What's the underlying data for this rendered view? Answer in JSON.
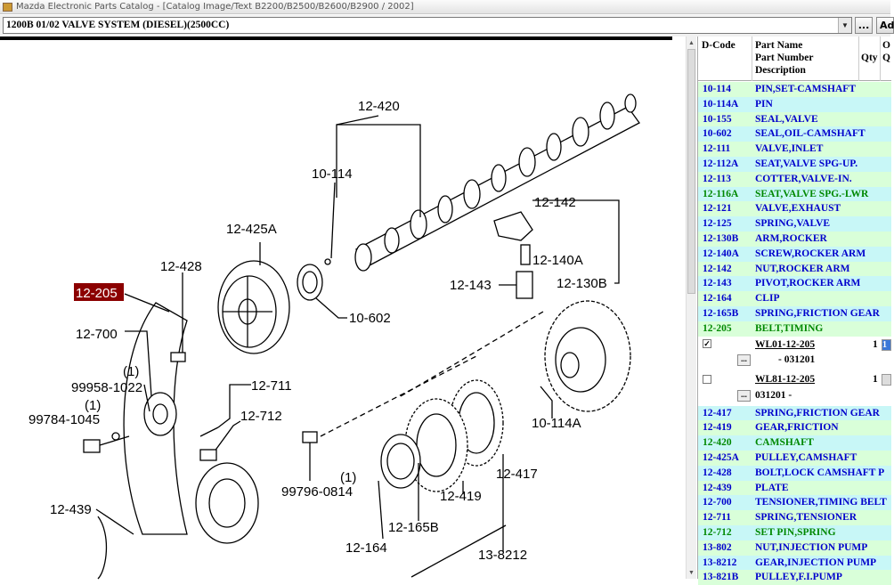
{
  "window": {
    "title": "Mazda Electronic Parts Catalog - [Catalog Image/Text B2200/B2500/B2600/B2900 / 2002]"
  },
  "selector": {
    "value": "1200B 01/02 VALVE SYSTEM (DIESEL)(2500CC)",
    "ellipsis_label": "...",
    "add_label": "Ad"
  },
  "diagram": {
    "labels": {
      "l12420": "12-420",
      "l10114": "10-114",
      "l12142": "12-142",
      "l12425a": "12-425A",
      "l12428": "12-428",
      "l12140a": "12-140A",
      "l12205": "12-205",
      "l12143": "12-143",
      "l12130b": "12-130B",
      "l10602": "10-602",
      "l12700": "12-700",
      "l99958": "99958-1022",
      "l1a": "(1)",
      "l1b": "(1)",
      "l1c": "(1)",
      "l99784": "99784-1045",
      "l12711": "12-711",
      "l12712": "12-712",
      "l10114a": "10-114A",
      "l99796": "99796-0814",
      "l12417": "12-417",
      "l12419": "12-419",
      "l12439": "12-439",
      "l12165b": "12-165B",
      "l12164": "12-164",
      "l138212": "13-8212"
    }
  },
  "parts_header": {
    "dcode": "D-Code",
    "part_name": "Part Name",
    "part_number": "Part Number",
    "description": "Description",
    "qty": "Qty",
    "col_o": "O",
    "col_q": "Q"
  },
  "parts_top": [
    {
      "code": "10-114",
      "name": "PIN,SET-CAMSHAFT",
      "color": "blue"
    },
    {
      "code": "10-114A",
      "name": "PIN",
      "color": "blue"
    },
    {
      "code": "10-155",
      "name": "SEAL,VALVE",
      "color": "blue"
    },
    {
      "code": "10-602",
      "name": "SEAL,OIL-CAMSHAFT",
      "color": "blue"
    },
    {
      "code": "12-111",
      "name": "VALVE,INLET",
      "color": "blue"
    },
    {
      "code": "12-112A",
      "name": "SEAT,VALVE SPG-UP.",
      "color": "blue"
    },
    {
      "code": "12-113",
      "name": "COTTER,VALVE-IN.",
      "color": "blue"
    },
    {
      "code": "12-116A",
      "name": "SEAT,VALVE SPG.-LWR",
      "color": "green"
    },
    {
      "code": "12-121",
      "name": "VALVE,EXHAUST",
      "color": "blue"
    },
    {
      "code": "12-125",
      "name": "SPRING,VALVE",
      "color": "blue"
    },
    {
      "code": "12-130B",
      "name": "ARM,ROCKER",
      "color": "blue"
    },
    {
      "code": "12-140A",
      "name": "SCREW,ROCKER ARM",
      "color": "blue"
    },
    {
      "code": "12-142",
      "name": "NUT,ROCKER ARM",
      "color": "blue"
    },
    {
      "code": "12-143",
      "name": "PIVOT,ROCKER ARM",
      "color": "blue"
    },
    {
      "code": "12-164",
      "name": "CLIP",
      "color": "blue"
    },
    {
      "code": "12-165B",
      "name": "SPRING,FRICTION GEAR",
      "color": "blue"
    },
    {
      "code": "12-205",
      "name": "BELT,TIMING",
      "color": "green"
    }
  ],
  "sub_items": [
    {
      "checked": "✓",
      "part_number": "WL01-12-205",
      "qty": "1",
      "range": "- 031201",
      "dots": "..."
    },
    {
      "checked": "",
      "part_number": "WL81-12-205",
      "qty": "1",
      "range": "031201  -",
      "dots": "..."
    }
  ],
  "parts_bottom": [
    {
      "code": "12-417",
      "name": "SPRING,FRICTION GEAR",
      "color": "blue"
    },
    {
      "code": "12-419",
      "name": "GEAR,FRICTION",
      "color": "blue"
    },
    {
      "code": "12-420",
      "name": "CAMSHAFT",
      "color": "green"
    },
    {
      "code": "12-425A",
      "name": "PULLEY,CAMSHAFT",
      "color": "blue"
    },
    {
      "code": "12-428",
      "name": "BOLT,LOCK CAMSHAFT P",
      "color": "blue"
    },
    {
      "code": "12-439",
      "name": "PLATE",
      "color": "blue"
    },
    {
      "code": "12-700",
      "name": "TENSIONER,TIMING BELT",
      "color": "blue"
    },
    {
      "code": "12-711",
      "name": "SPRING,TENSIONER",
      "color": "blue"
    },
    {
      "code": "12-712",
      "name": "SET PIN,SPRING",
      "color": "green"
    },
    {
      "code": "13-802",
      "name": "NUT,INJECTION PUMP",
      "color": "blue"
    },
    {
      "code": "13-8212",
      "name": "GEAR,INJECTION PUMP",
      "color": "blue"
    },
    {
      "code": "13-821B",
      "name": "PULLEY,F.I.PUMP",
      "color": "blue"
    }
  ]
}
